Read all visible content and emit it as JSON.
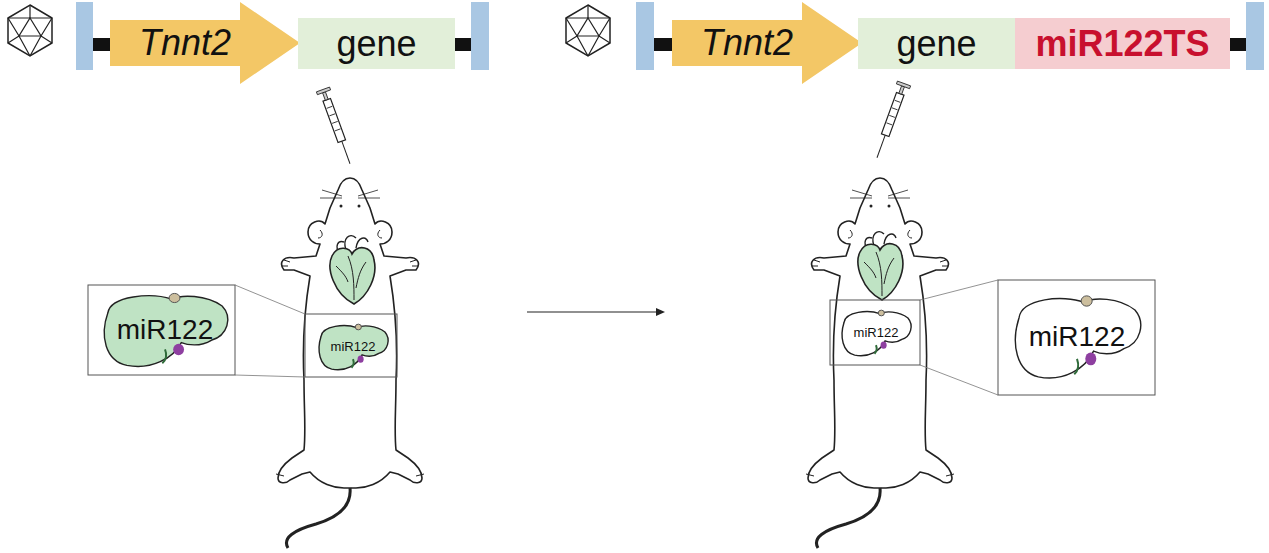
{
  "diagram": {
    "nodes": [
      {
        "text": [
          "Tnnt2"
        ]
      },
      {
        "text": [
          "gene"
        ]
      },
      {
        "text": [
          "miR122"
        ]
      },
      {
        "text": [
          "miR122"
        ]
      },
      {
        "text": [
          "Tnnt2"
        ]
      },
      {
        "text": [
          "gene"
        ]
      },
      {
        "text": [
          "miR122TS"
        ]
      },
      {
        "text": [
          "miR122"
        ]
      },
      {
        "text": [
          "miR122"
        ]
      }
    ]
  }
}
